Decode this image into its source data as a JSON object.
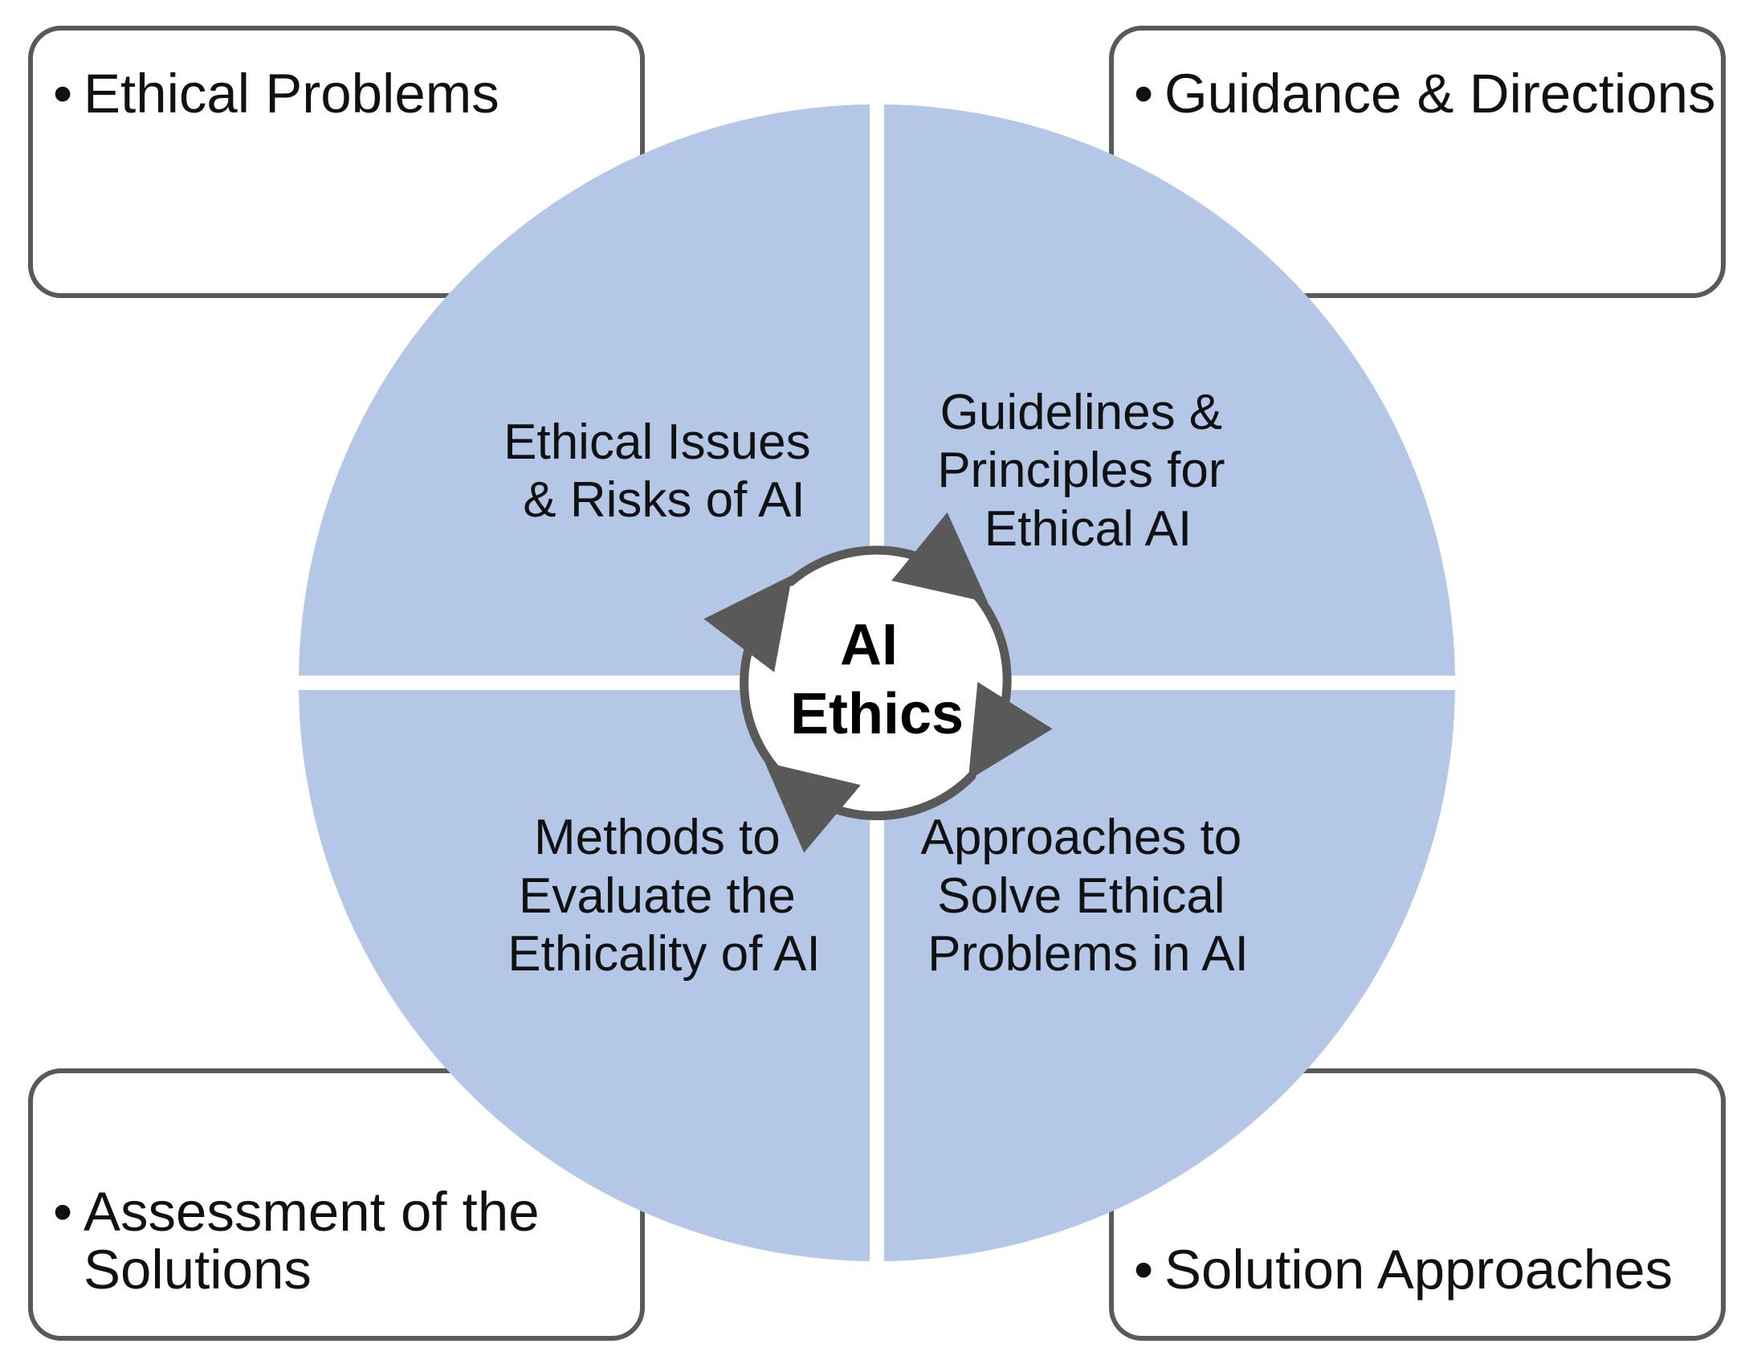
{
  "colors": {
    "quadrant_fill": "#b4c7e7",
    "box_border": "#595959",
    "arrow": "#595959",
    "background": "#ffffff"
  },
  "center": {
    "lines": [
      "AI",
      "Ethics"
    ]
  },
  "quadrants": {
    "top_left": {
      "lines": [
        "Ethical Issues",
        "& Risks of AI"
      ]
    },
    "top_right": {
      "lines": [
        "Guidelines &",
        "Principles for",
        "Ethical AI"
      ]
    },
    "bottom_left": {
      "lines": [
        "Methods to",
        "Evaluate the",
        "Ethicality of AI"
      ]
    },
    "bottom_right": {
      "lines": [
        "Approaches to",
        "Solve Ethical",
        "Problems in AI"
      ]
    }
  },
  "boxes": {
    "top_left": {
      "bullet": "•",
      "lines": [
        "Ethical Problems"
      ]
    },
    "top_right": {
      "bullet": "•",
      "lines": [
        "Guidance & Directions"
      ]
    },
    "bottom_left": {
      "bullet": "•",
      "lines": [
        "Assessment of the",
        "Solutions"
      ]
    },
    "bottom_right": {
      "bullet": "•",
      "lines": [
        "Solution Approaches"
      ]
    }
  }
}
